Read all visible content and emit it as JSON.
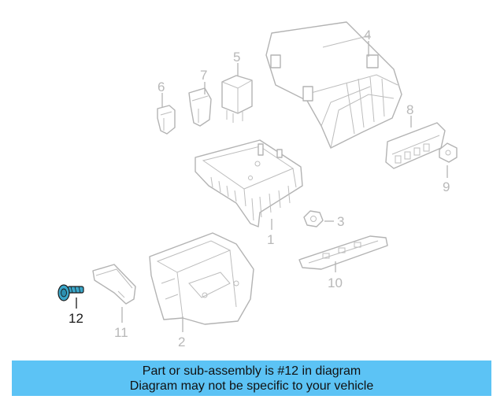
{
  "diagram": {
    "callouts": [
      {
        "id": "1",
        "label": "1"
      },
      {
        "id": "2",
        "label": "2"
      },
      {
        "id": "3",
        "label": "3"
      },
      {
        "id": "4",
        "label": "4"
      },
      {
        "id": "5",
        "label": "5"
      },
      {
        "id": "6",
        "label": "6"
      },
      {
        "id": "7",
        "label": "7"
      },
      {
        "id": "8",
        "label": "8"
      },
      {
        "id": "9",
        "label": "9"
      },
      {
        "id": "10",
        "label": "10"
      },
      {
        "id": "11",
        "label": "11"
      },
      {
        "id": "12",
        "label": "12"
      }
    ],
    "highlighted_part": "12",
    "colors": {
      "line": "#b3b3b3",
      "highlight_fill": "#3aa6c9",
      "highlight_text": "#1a1a1a",
      "caption_bg": "#5cc3f5"
    }
  },
  "caption": {
    "line1": "Part or sub-assembly is #12 in diagram",
    "line2": "Diagram may not be specific to your vehicle"
  }
}
